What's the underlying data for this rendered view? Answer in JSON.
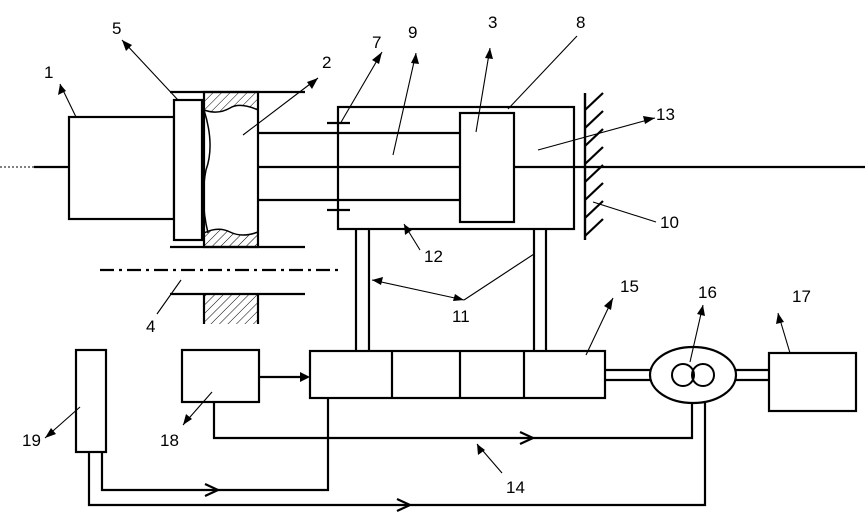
{
  "labels": {
    "l1": "1",
    "l2": "2",
    "l3": "3",
    "l4": "4",
    "l5": "5",
    "l7": "7",
    "l8": "8",
    "l9": "9",
    "l10": "10",
    "l11": "11",
    "l12": "12",
    "l13": "13",
    "l14": "14",
    "l15": "15",
    "l16": "16",
    "l17": "17",
    "l18": "18",
    "l19": "19"
  }
}
